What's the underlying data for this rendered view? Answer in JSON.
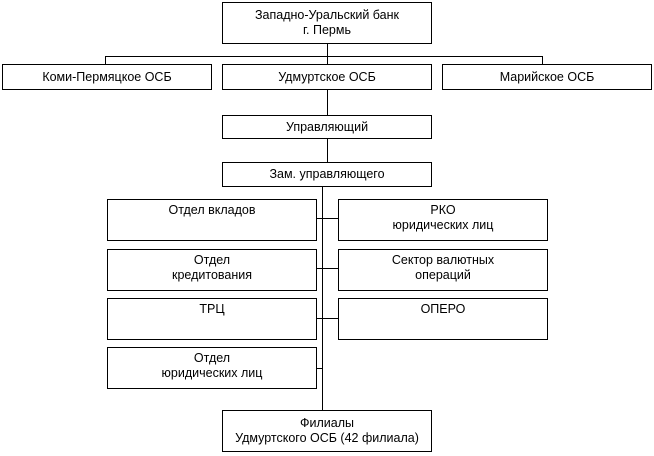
{
  "nodes": {
    "bank": {
      "line1": "Западно-Уральский банк",
      "line2": "г. Пермь"
    },
    "komi": "Коми-Пермяцкое ОСБ",
    "udm": "Удмуртское ОСБ",
    "mari": "Марийское ОСБ",
    "manager": "Управляющий",
    "deputy": "Зам. управляющего",
    "deposits": "Отдел вкладов",
    "rko": {
      "line1": "РКО",
      "line2": "юридических лиц"
    },
    "credit": {
      "line1": "Отдел",
      "line2": "кредитования"
    },
    "fx": {
      "line1": "Сектор валютных",
      "line2": "операций"
    },
    "trc": "ТРЦ",
    "opero": "ОПЕРО",
    "legal": {
      "line1": "Отдел",
      "line2": "юридических лиц"
    },
    "branches": {
      "line1": "Филиалы",
      "line2": "Удмуртского ОСБ (42 филиала)"
    }
  }
}
